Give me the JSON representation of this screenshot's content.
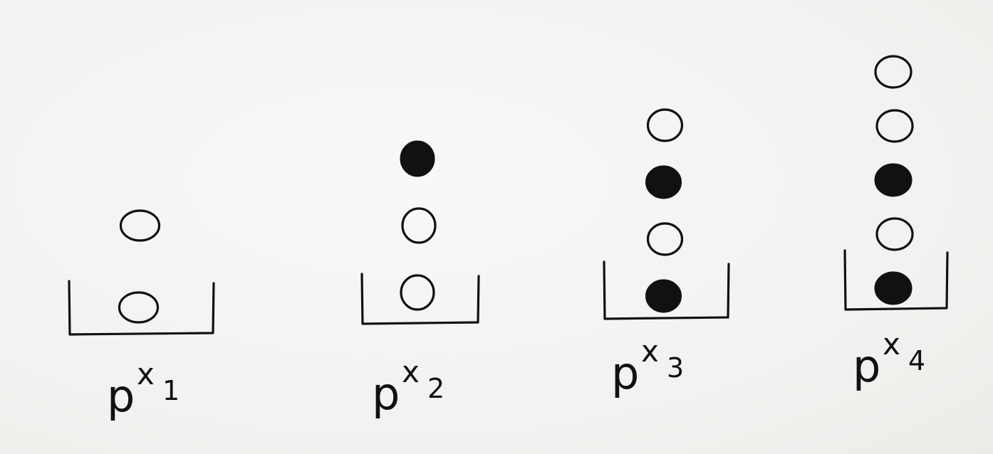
{
  "colors": {
    "ink": "#111111",
    "paper": "#f3f3f1"
  },
  "groups": [
    {
      "label": {
        "base": "p",
        "var": "x",
        "sub": "1"
      },
      "balls": [
        "open",
        "open"
      ]
    },
    {
      "label": {
        "base": "p",
        "var": "x",
        "sub": "2"
      },
      "balls": [
        "open",
        "open",
        "filled"
      ]
    },
    {
      "label": {
        "base": "p",
        "var": "x",
        "sub": "3"
      },
      "balls": [
        "filled",
        "open",
        "filled",
        "open"
      ]
    },
    {
      "label": {
        "base": "p",
        "var": "x",
        "sub": "4"
      },
      "balls": [
        "filled",
        "open",
        "filled",
        "open",
        "open"
      ]
    }
  ]
}
